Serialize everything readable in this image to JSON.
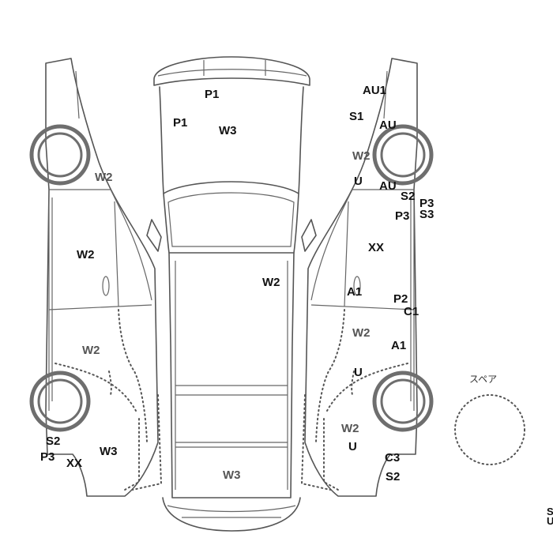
{
  "diagram": {
    "spare_label": "スペア",
    "edge_marker": {
      "line1": "S",
      "line2": "U"
    },
    "rear_view_codes": [
      {
        "name": "code-p1-top",
        "text": "P1"
      },
      {
        "name": "code-p1-left",
        "text": "P1"
      },
      {
        "name": "code-w3-rear",
        "text": "W3"
      }
    ],
    "top_view_codes": [
      {
        "name": "code-w2-roof",
        "text": "W2"
      },
      {
        "name": "code-w3-front",
        "text": "W3"
      }
    ],
    "left_side_codes": [
      {
        "name": "code-w2-rear-fender",
        "text": "W2"
      },
      {
        "name": "code-w2-rear-door",
        "text": "W2"
      },
      {
        "name": "code-w2-front-door",
        "text": "W2"
      },
      {
        "name": "code-s2-front-bumper",
        "text": "S2"
      },
      {
        "name": "code-p3-front-bumper",
        "text": "P3"
      },
      {
        "name": "code-xx-front-bumper",
        "text": "XX"
      },
      {
        "name": "code-w3-front-fender",
        "text": "W3"
      }
    ],
    "right_side_codes": [
      {
        "name": "code-au1",
        "text": "AU1"
      },
      {
        "name": "code-s1",
        "text": "S1"
      },
      {
        "name": "code-au-upper",
        "text": "AU"
      },
      {
        "name": "code-w2-rear-wheel",
        "text": "W2"
      },
      {
        "name": "code-u-rear-wheel",
        "text": "U"
      },
      {
        "name": "code-au-lower",
        "text": "AU"
      },
      {
        "name": "code-s2-rear",
        "text": "S2"
      },
      {
        "name": "code-p3-rear-a",
        "text": "P3"
      },
      {
        "name": "code-p3-rear-b",
        "text": "P3"
      },
      {
        "name": "code-s3-rear",
        "text": "S3"
      },
      {
        "name": "code-xx-rear-door",
        "text": "XX"
      },
      {
        "name": "code-a1-door-handle",
        "text": "A1"
      },
      {
        "name": "code-p2",
        "text": "P2"
      },
      {
        "name": "code-c1",
        "text": "C1"
      },
      {
        "name": "code-w2-front-door",
        "text": "W2"
      },
      {
        "name": "code-a1-front-door",
        "text": "A1"
      },
      {
        "name": "code-u-sill",
        "text": "U"
      },
      {
        "name": "code-w2-front-fender",
        "text": "W2"
      },
      {
        "name": "code-u-front-fender",
        "text": "U"
      },
      {
        "name": "code-c3-front-bumper",
        "text": "C3"
      },
      {
        "name": "code-s2-front-bumper",
        "text": "S2"
      }
    ]
  }
}
